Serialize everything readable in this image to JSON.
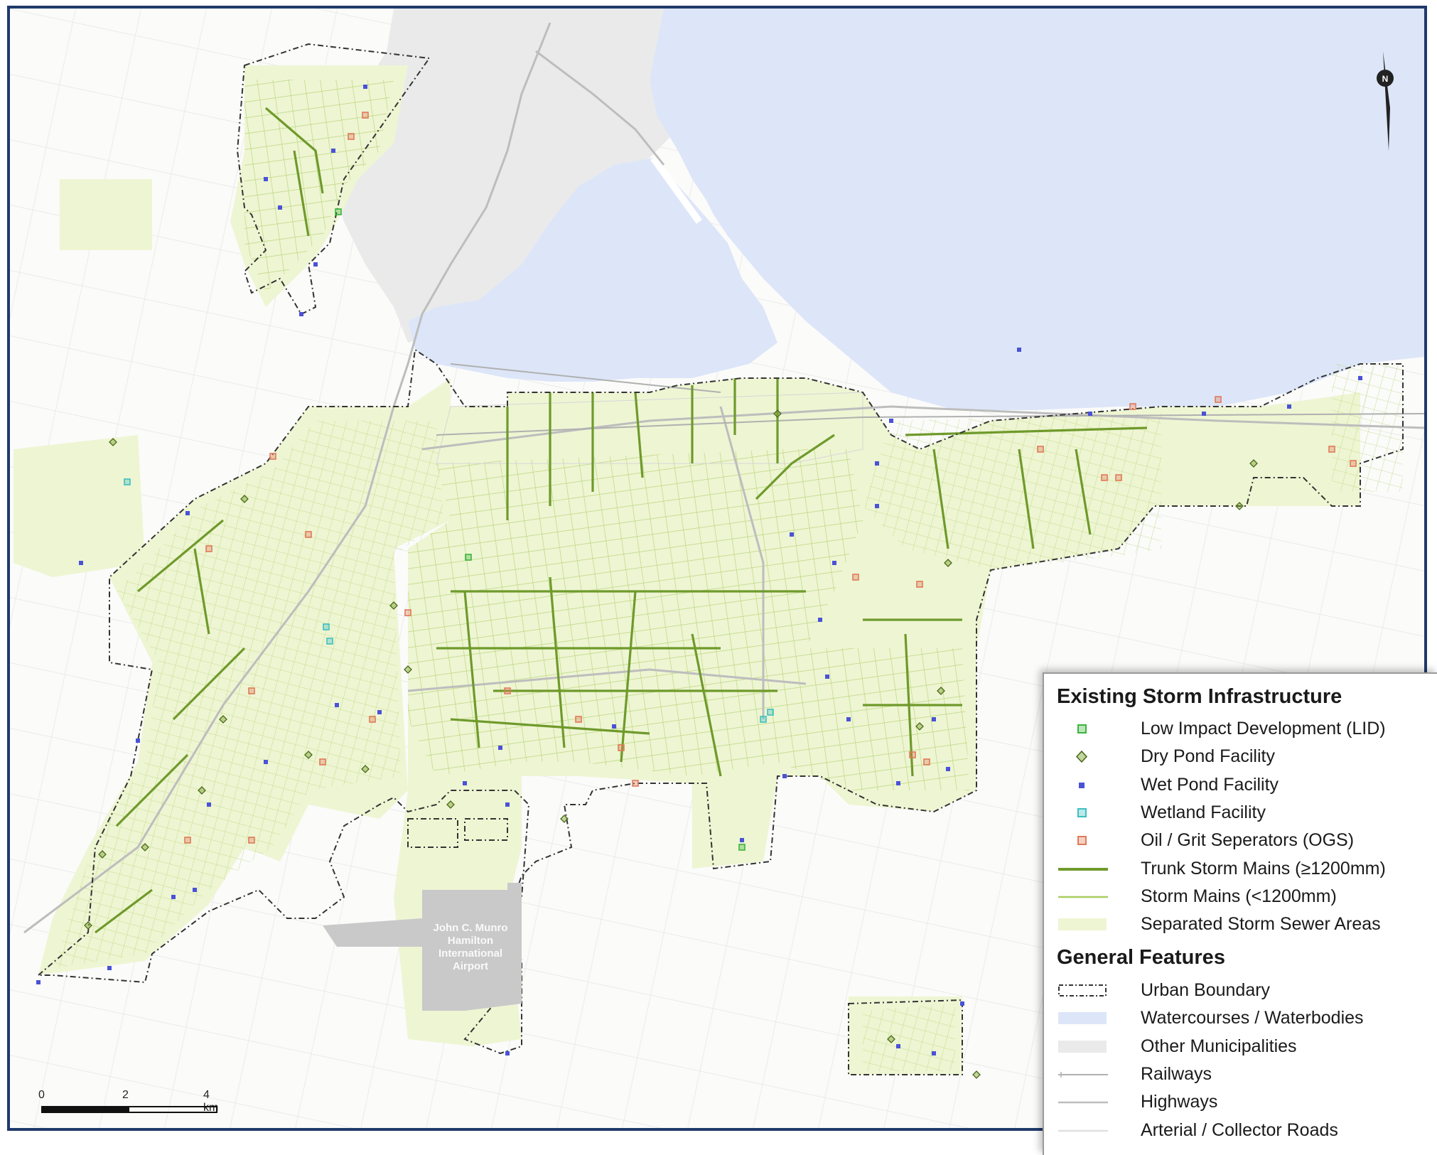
{
  "colors": {
    "lake": "#dde6f8",
    "other_municipalities": "#eaeaea",
    "separated_storm_area": "#eef5d3",
    "trunk_storm_main": "#6f9a2b",
    "storm_main": "#a8cd5e",
    "lid": "#3cb43c",
    "dry_pond": "#7da32b",
    "wet_pond": "#4a52d6",
    "wetland": "#3fbfbf",
    "ogs": "#e07a5a",
    "boundary": "#333333",
    "frame": "#1f3a6b"
  },
  "map": {
    "airport_label": "John C. Munro\nHamilton\nInternational\nAirport",
    "north_icon": "north-arrow-icon",
    "scale": {
      "ticks": [
        "0",
        "2",
        "4 km"
      ]
    }
  },
  "legend": {
    "section_storm": "Existing Storm Infrastructure",
    "section_general": "General Features",
    "storm_items": [
      {
        "kind": "square",
        "color": "#3cb43c",
        "label": "Low Impact Development (LID)"
      },
      {
        "kind": "diamond",
        "color": "#7da32b",
        "label": "Dry Pond Facility"
      },
      {
        "kind": "dot",
        "color": "#4a52d6",
        "label": "Wet Pond Facility"
      },
      {
        "kind": "square",
        "color": "#3fbfbf",
        "label": "Wetland Facility"
      },
      {
        "kind": "square",
        "color": "#e07a5a",
        "label": "Oil / Grit Seperators (OGS)"
      },
      {
        "kind": "thick-line",
        "color": "#6f9a2b",
        "label": "Trunk Storm Mains (≥1200mm)"
      },
      {
        "kind": "thin-line",
        "color": "#a8cd5e",
        "label": "Storm Mains (<1200mm)"
      },
      {
        "kind": "fill",
        "color": "#eef5d3",
        "label": "Separated Storm Sewer Areas"
      }
    ],
    "general_items": [
      {
        "kind": "dashed-box",
        "color": "#333333",
        "label": "Urban Boundary"
      },
      {
        "kind": "fill",
        "color": "#dde6f8",
        "label": "Watercourses / Waterbodies"
      },
      {
        "kind": "fill",
        "color": "#eaeaea",
        "label": "Other Municipalities"
      },
      {
        "kind": "rail",
        "color": "#b0b0b0",
        "label": "Railways"
      },
      {
        "kind": "line",
        "color": "#bdbdbd",
        "label": "Highways"
      },
      {
        "kind": "line",
        "color": "#e0e0e0",
        "label": "Arterial / Collector Roads"
      }
    ]
  }
}
